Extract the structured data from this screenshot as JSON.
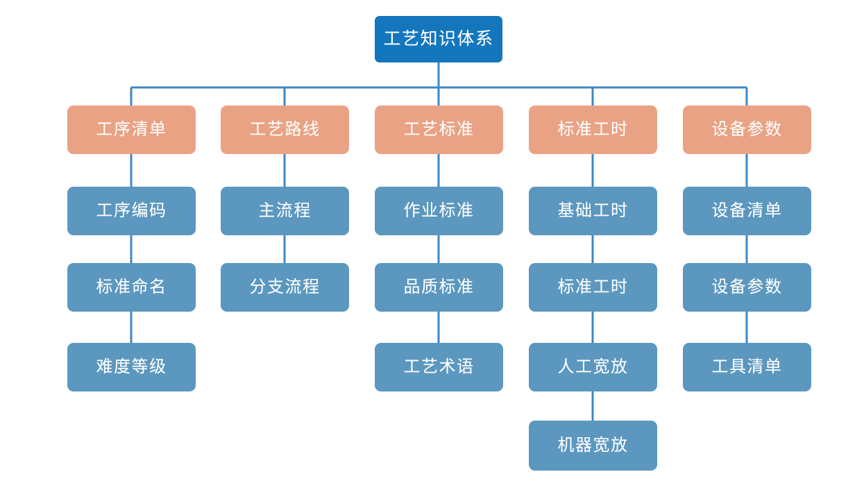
{
  "diagram": {
    "title_text": "工艺知识体系",
    "type": "organization-tree",
    "background_color": "#ffffff",
    "colors": {
      "root_fill": "#1476bc",
      "branch_fill": "#e9a284",
      "leaf_fill": "#5b97be",
      "connector": "#3b87c4",
      "label_text": "#ffffff"
    },
    "root": {
      "label": "工艺知识体系"
    },
    "branches": [
      {
        "label": "工序清单",
        "children": [
          {
            "label": "工序编码"
          },
          {
            "label": "标准命名"
          },
          {
            "label": "难度等级"
          }
        ]
      },
      {
        "label": "工艺路线",
        "children": [
          {
            "label": "主流程"
          },
          {
            "label": "分支流程"
          }
        ]
      },
      {
        "label": "工艺标准",
        "children": [
          {
            "label": "作业标准"
          },
          {
            "label": "品质标准"
          },
          {
            "label": "工艺术语"
          }
        ]
      },
      {
        "label": "标准工时",
        "children": [
          {
            "label": "基础工时"
          },
          {
            "label": "标准工时"
          },
          {
            "label": "人工宽放"
          },
          {
            "label": "机器宽放"
          }
        ]
      },
      {
        "label": "设备参数",
        "children": [
          {
            "label": "设备清单"
          },
          {
            "label": "设备参数"
          },
          {
            "label": "工具清单"
          }
        ]
      }
    ]
  }
}
